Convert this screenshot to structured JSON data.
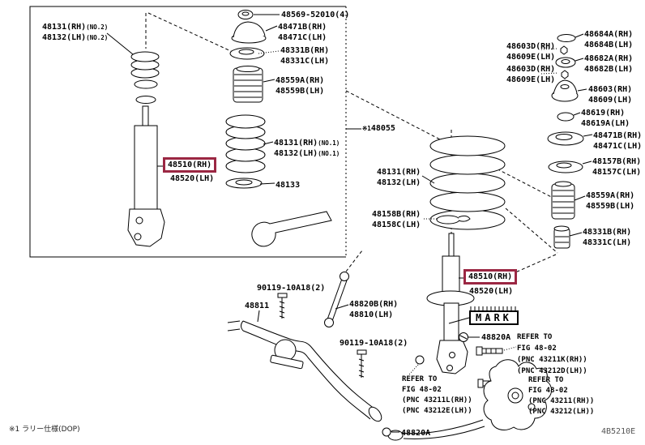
{
  "colors": {
    "highlight": "#9B2743",
    "line": "#000000",
    "background": "#FFFFFF"
  },
  "labels": {
    "no1_suffix": "(NO.1)",
    "no2_suffix": "(NO.2)",
    "inset_spring_rh": "48131(RH)",
    "inset_spring_lh": "48132(LH)",
    "cap_nut": "48569-52010(4)",
    "inset_support_rh": "48471B(RH)",
    "inset_support_lh": "48471C(LH)",
    "inset_bearing_rh": "48331B(RH)",
    "inset_bearing_lh": "48331C(LH)",
    "inset_boot_rh": "48559A(RH)",
    "inset_boot_lh": "48559B(LH)",
    "inset_coil_rh": "48131(RH)",
    "inset_coil_lh": "48132(LH)",
    "inset_insulator": "48133",
    "inset_absorber_rh": "48510(RH)",
    "inset_absorber_lh": "48520(LH)",
    "ref55_prefix": "※1",
    "ref55": "48055",
    "main_coil_rh": "48131(RH)",
    "main_coil_lh": "48132(LH)",
    "main_insulator_rh": "48158B(RH)",
    "main_insulator_lh": "48158C(LH)",
    "main_absorber_rh": "48510(RH)",
    "main_absorber_lh": "48520(LH)",
    "mark": "MARK",
    "nut_48820a_upper": "48820A",
    "nut_48820a_lower": "48820A",
    "bolt_90119_1": "90119-10A18(2)",
    "bolt_90119_2": "90119-10A18(2)",
    "stabilizer_bar": "48811",
    "link_rh": "48820B(RH)",
    "link_lh": "48810(LH)",
    "r_48684a": "48684A(RH)",
    "r_48684b": "48684B(LH)",
    "r_48603d_1": "48603D(RH)",
    "r_48609e_1": "48609E(LH)",
    "r_48682a": "48682A(RH)",
    "r_48682b": "48682B(LH)",
    "r_48603d_2": "48603D(RH)",
    "r_48609e_2": "48609E(LH)",
    "r_48603": "48603(RH)",
    "r_48609": "48609(LH)",
    "r_48619": "48619(RH)",
    "r_48619a": "48619A(LH)",
    "r_48471b": "48471B(RH)",
    "r_48471c": "48471C(LH)",
    "r_48157b": "48157B(RH)",
    "r_48157c": "48157C(LH)",
    "r_48559a": "48559A(RH)",
    "r_48559b": "48559B(LH)",
    "r_48331b": "48331B(RH)",
    "r_48331c": "48331C(LH)"
  },
  "refer": {
    "mid": {
      "l1": "REFER TO",
      "l2": "FIG 48-02",
      "l3": "(PNC 43211K(RH))",
      "l4": "(PNC 43212D(LH))"
    },
    "left": {
      "l1": "REFER TO",
      "l2": "FIG 48-02",
      "l3": "(PNC 43211L(RH))",
      "l4": "(PNC 43212E(LH))"
    },
    "right": {
      "l1": "REFER TO",
      "l2": "FIG 48-02",
      "l3": "(PNC 43211(RH))",
      "l4": "(PNC 43212(LH))"
    }
  },
  "footer": {
    "footnote_prefix": "※1",
    "footnote_text": "ラリー仕様(DOP)",
    "doc_code": "4B5210E"
  }
}
